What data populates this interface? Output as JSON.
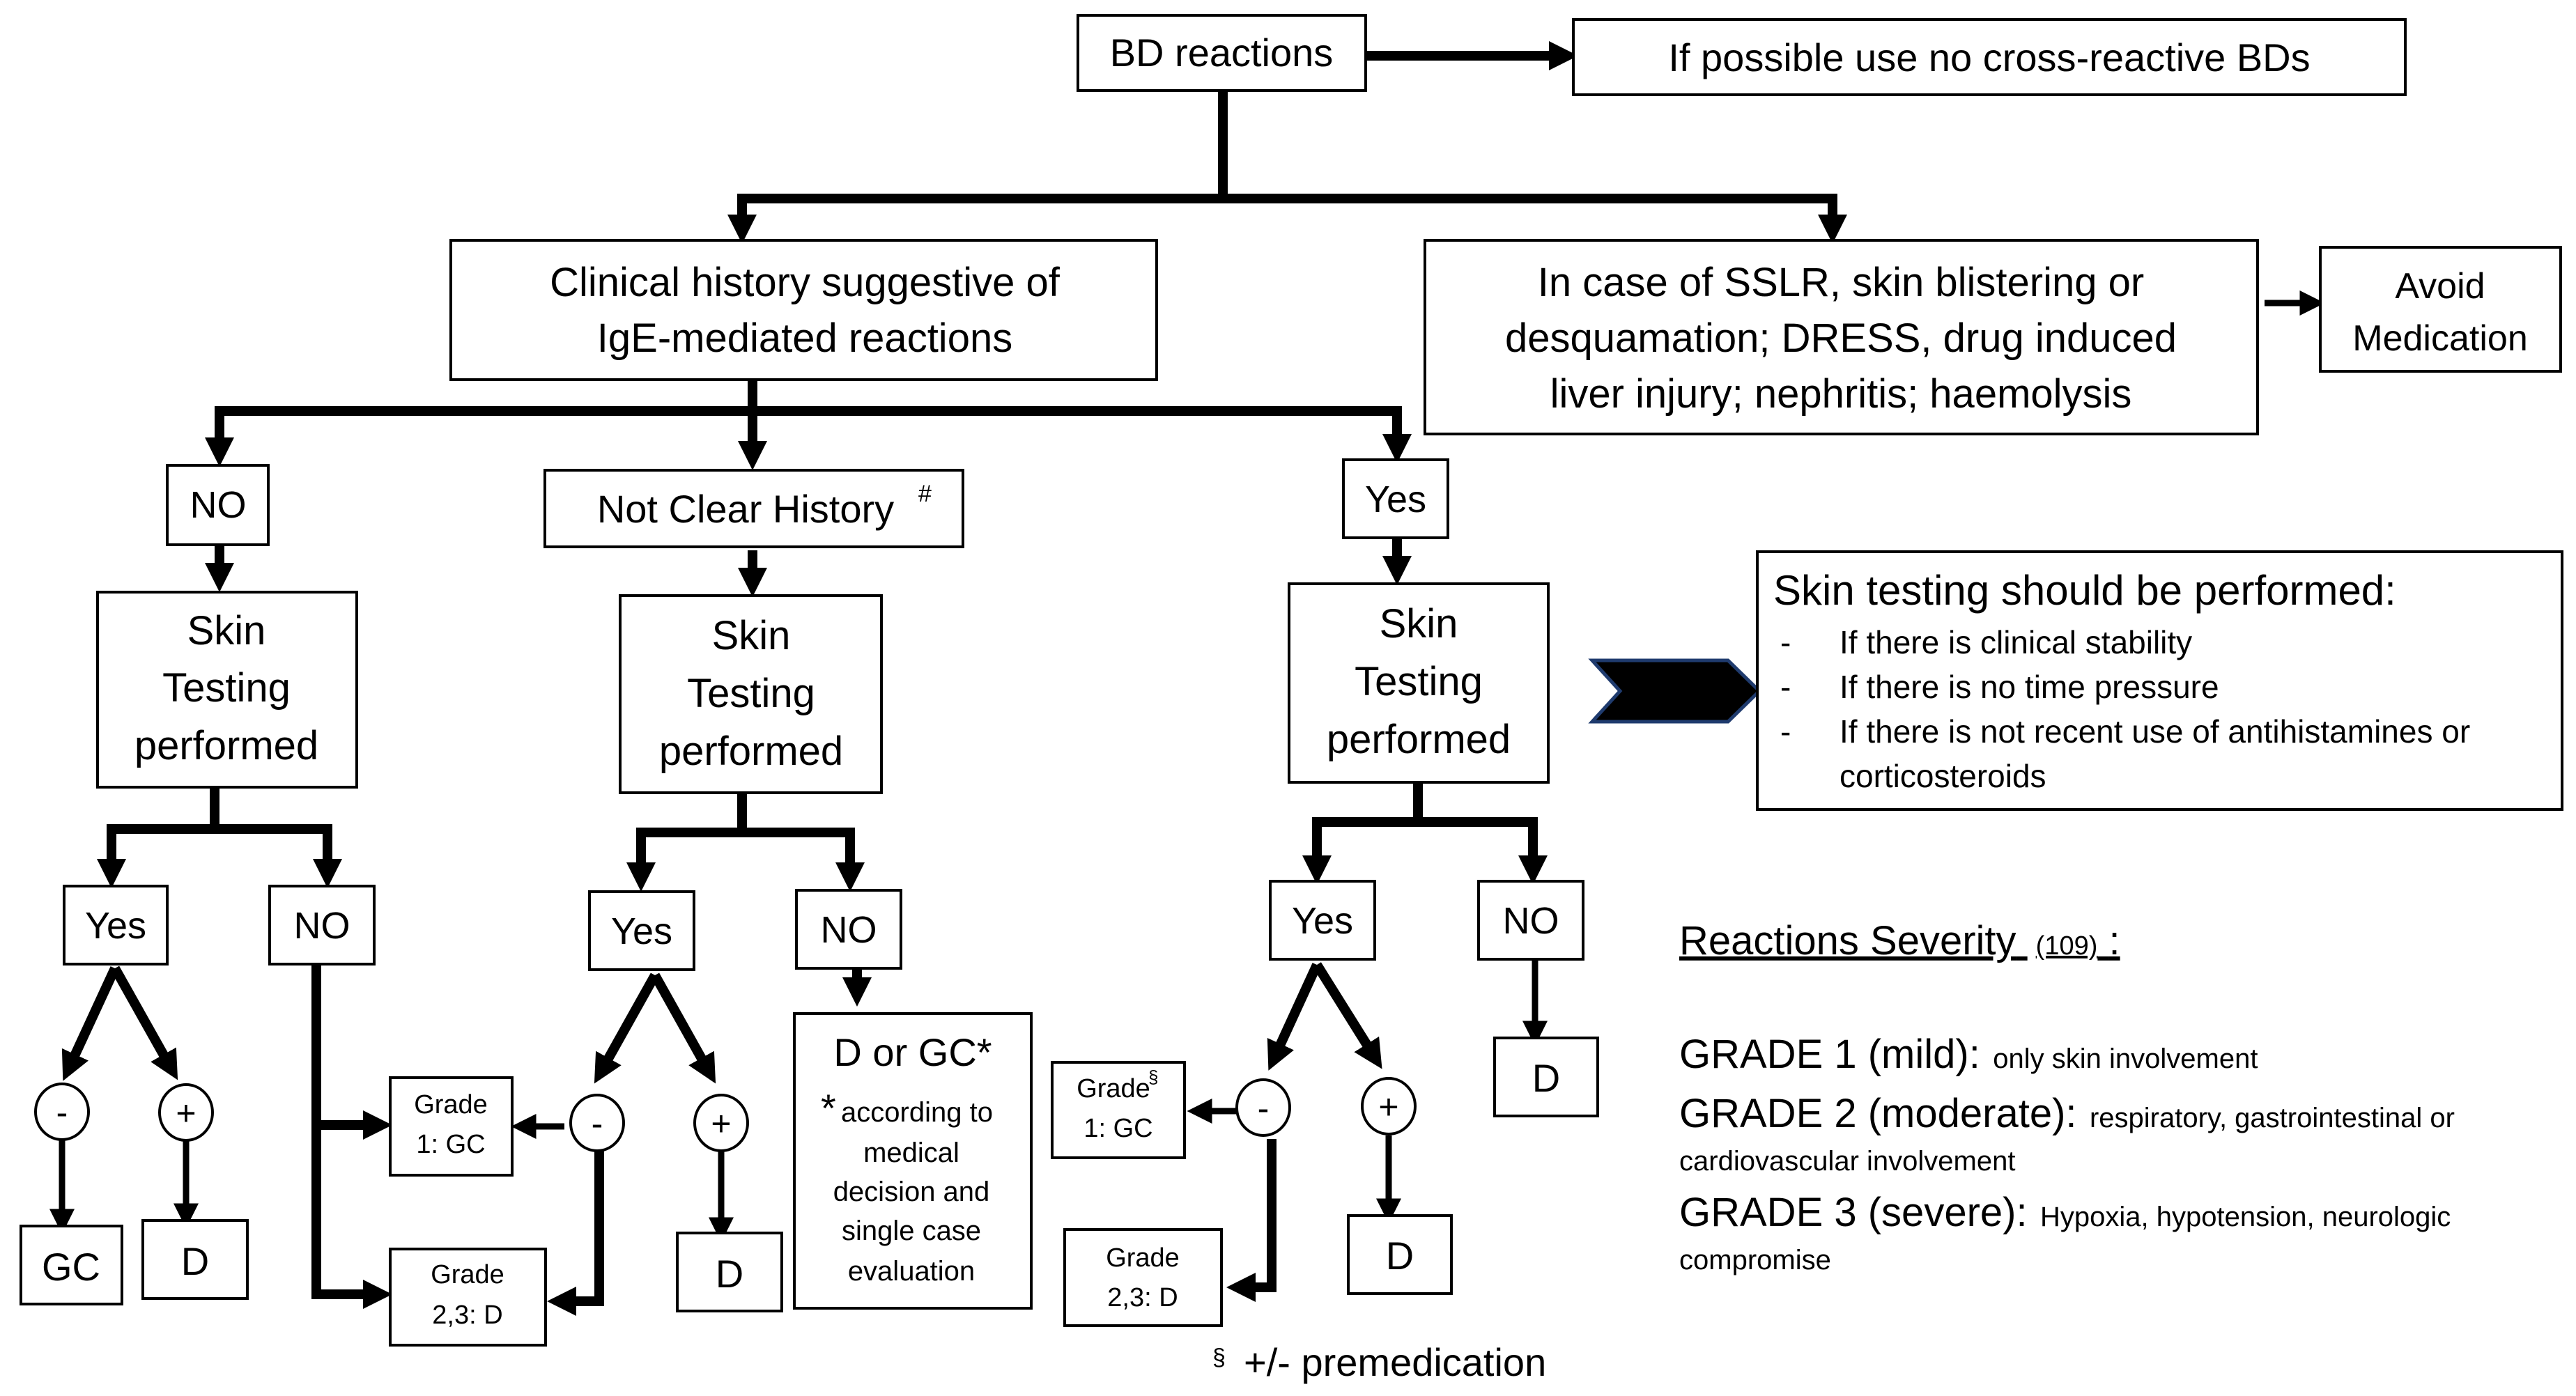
{
  "root": {
    "label": "BD reactions",
    "no_cross": "If possible use no cross-reactive BDs"
  },
  "history": {
    "line1": "Clinical history suggestive of",
    "line2": "IgE-mediated reactions"
  },
  "severe": {
    "line1": "In case of SSLR, skin blistering or",
    "line2": "desquamation; DRESS, drug induced",
    "line3": "liver injury; nephritis; haemolysis"
  },
  "avoid": {
    "line1": "Avoid",
    "line2": "Medication"
  },
  "branches": {
    "no": "NO",
    "not_clear": "Not Clear History",
    "not_clear_mark": "#",
    "yes": "Yes"
  },
  "skin_testing": {
    "line1": "Skin",
    "line2": "Testing",
    "line3": "performed"
  },
  "results": {
    "yes": "Yes",
    "no": "NO",
    "negative": "-",
    "positive": "+",
    "gc": "GC",
    "d": "D"
  },
  "grades": {
    "g1_line1": "Grade",
    "g1_line2": "1: GC",
    "g23_line1": "Grade",
    "g23_line2": "2,3: D",
    "section_mark": "§"
  },
  "d_or_gc": {
    "title": "D or GC*",
    "star": "*",
    "line1": "according to",
    "line2": "medical",
    "line3": "decision and",
    "line4": "single case",
    "line5": "evaluation"
  },
  "premedication": {
    "mark": "§",
    "text": "+/- premedication"
  },
  "conditions": {
    "title": "Skin testing should be performed:",
    "dash": "-",
    "items": [
      "If there is clinical stability",
      "If there is no time pressure",
      "If there is not recent use of antihistamines or",
      "corticosteroids"
    ]
  },
  "severity": {
    "title": "Reactions Severity",
    "ref": "(109)",
    "colon": ":",
    "grade1_head": "GRADE 1 (mild):",
    "grade1_text": "only skin involvement",
    "grade2_head": "GRADE 2 (moderate):",
    "grade2_text": "respiratory, gastrointestinal or",
    "grade2_text2": "cardiovascular involvement",
    "grade3_head": "GRADE 3 (severe):",
    "grade3_text": "Hypoxia, hypotension, neurologic",
    "grade3_text2": "compromise"
  }
}
